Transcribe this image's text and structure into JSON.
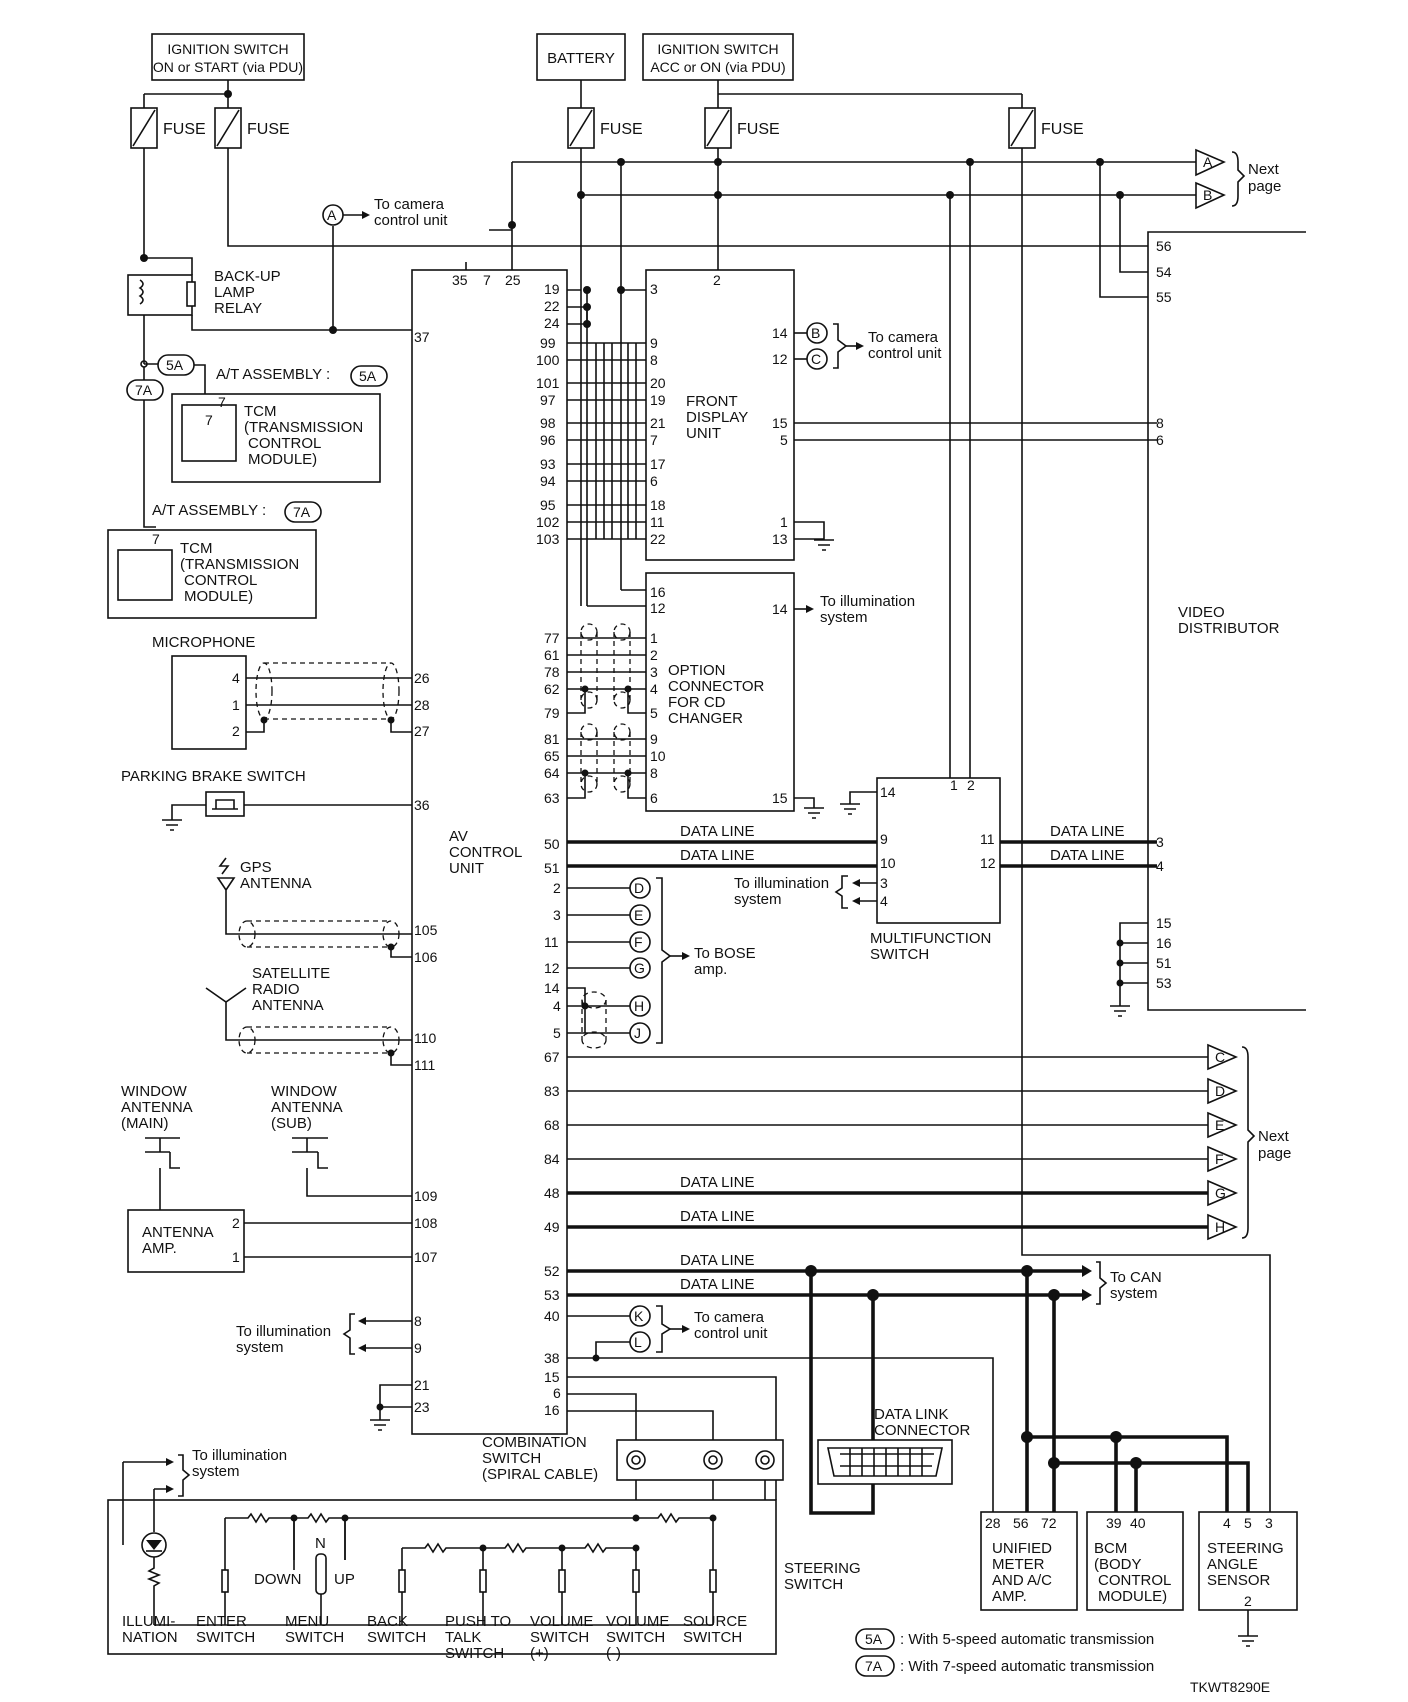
{
  "sources": {
    "ign_on_start": [
      "IGNITION SWITCH",
      "ON or START (via PDU)"
    ],
    "battery": "BATTERY",
    "ign_acc_on": [
      "IGNITION SWITCH",
      "ACC or ON (via PDU)"
    ],
    "fuse": "FUSE"
  },
  "components": {
    "backup_relay": [
      "BACK-UP",
      "LAMP",
      "RELAY"
    ],
    "at_assembly_5a": "A/T ASSEMBLY :",
    "at_assembly_7a": "A/T ASSEMBLY :",
    "tcm": [
      "TCM",
      "(TRANSMISSION",
      "CONTROL",
      "MODULE)"
    ],
    "microphone": "MICROPHONE",
    "parking_brake": "PARKING BRAKE SWITCH",
    "gps": [
      "GPS",
      "ANTENNA"
    ],
    "satellite": [
      "SATELLITE",
      "RADIO",
      "ANTENNA"
    ],
    "window_main": [
      "WINDOW",
      "ANTENNA",
      "(MAIN)"
    ],
    "window_sub": [
      "WINDOW",
      "ANTENNA",
      "(SUB)"
    ],
    "antenna_amp": [
      "ANTENNA",
      "AMP."
    ],
    "av_control": [
      "AV",
      "CONTROL",
      "UNIT"
    ],
    "front_display": [
      "FRONT",
      "DISPLAY",
      "UNIT"
    ],
    "option_connector": [
      "OPTION",
      "CONNECTOR",
      "FOR CD",
      "CHANGER"
    ],
    "multifunction": [
      "MULTIFUNCTION",
      "SWITCH"
    ],
    "video_distributor": [
      "VIDEO",
      "DISTRIBUTOR"
    ],
    "data_link": [
      "DATA LINK",
      "CONNECTOR"
    ],
    "combination": [
      "COMBINATION",
      "SWITCH",
      "(SPIRAL CABLE)"
    ],
    "unified_meter": [
      "UNIFIED",
      "METER",
      "AND A/C",
      "AMP."
    ],
    "bcm": [
      "BCM",
      "(BODY",
      "CONTROL",
      "MODULE)"
    ],
    "steering_angle": [
      "STEERING",
      "ANGLE",
      "SENSOR"
    ],
    "steering_switch": [
      "STEERING",
      "SWITCH"
    ]
  },
  "notes": {
    "to_camera": [
      "To camera",
      "control unit"
    ],
    "to_illumination": [
      "To illumination",
      "system"
    ],
    "to_bose": [
      "To BOSE",
      "amp."
    ],
    "to_can": [
      "To CAN",
      "system"
    ],
    "next_page": [
      "Next",
      "page"
    ],
    "data_line": "DATA LINE"
  },
  "connectors": [
    "A",
    "B",
    "C",
    "D",
    "E",
    "F",
    "G",
    "H",
    "J",
    "K",
    "L"
  ],
  "variants": {
    "a5": "5A",
    "a7": "7A"
  },
  "switch_labels": {
    "illumination": [
      "ILLUMI-",
      "NATION"
    ],
    "enter": [
      "ENTER",
      "SWITCH"
    ],
    "menu": [
      "MENU",
      "SWITCH"
    ],
    "back": [
      "BACK",
      "SWITCH"
    ],
    "push_to_talk": [
      "PUSH TO",
      "TALK",
      "SWITCH"
    ],
    "vol_plus": [
      "VOLUME",
      "SWITCH",
      "(+)"
    ],
    "vol_minus": [
      "VOLUME",
      "SWITCH",
      "(-)"
    ],
    "source": [
      "SOURCE",
      "SWITCH"
    ],
    "down": "DOWN",
    "up": "UP",
    "n": "N"
  },
  "legend": {
    "a5": ": With 5-speed automatic transmission",
    "a7": ": With 7-speed automatic transmission"
  },
  "diagram_code": "TKWT8290E"
}
